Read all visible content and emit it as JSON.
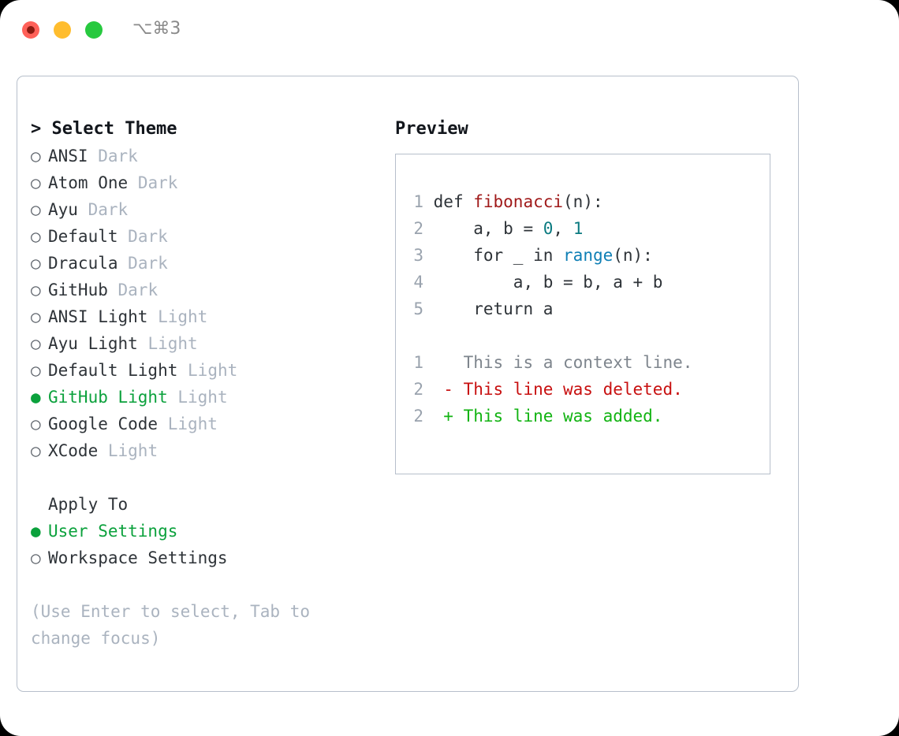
{
  "titlebar": {
    "shortcut": "⌥⌘3",
    "lights": [
      "close-red",
      "minimize-amber",
      "maximize-green"
    ]
  },
  "theme_picker": {
    "header_caret": ">",
    "header_label": "Select Theme",
    "bullet_off": "○",
    "bullet_on": "●",
    "items": [
      {
        "bullet": "○",
        "name": "ANSI",
        "variant": "Dark",
        "selected": false
      },
      {
        "bullet": "○",
        "name": "Atom One",
        "variant": "Dark",
        "selected": false
      },
      {
        "bullet": "○",
        "name": "Ayu",
        "variant": "Dark",
        "selected": false
      },
      {
        "bullet": "○",
        "name": "Default",
        "variant": "Dark",
        "selected": false
      },
      {
        "bullet": "○",
        "name": "Dracula",
        "variant": "Dark",
        "selected": false
      },
      {
        "bullet": "○",
        "name": "GitHub",
        "variant": "Dark",
        "selected": false
      },
      {
        "bullet": "○",
        "name": "ANSI Light",
        "variant": "Light",
        "selected": false
      },
      {
        "bullet": "○",
        "name": "Ayu Light",
        "variant": "Light",
        "selected": false
      },
      {
        "bullet": "○",
        "name": "Default Light",
        "variant": "Light",
        "selected": false
      },
      {
        "bullet": "●",
        "name": "GitHub Light",
        "variant": "Light",
        "selected": true
      },
      {
        "bullet": "○",
        "name": "Google Code",
        "variant": "Light",
        "selected": false
      },
      {
        "bullet": "○",
        "name": "XCode",
        "variant": "Light",
        "selected": false
      }
    ]
  },
  "apply_to": {
    "title": "Apply To",
    "options": [
      {
        "bullet": "●",
        "label": "User Settings",
        "selected": true
      },
      {
        "bullet": "○",
        "label": "Workspace Settings",
        "selected": false
      }
    ]
  },
  "hint": "(Use Enter to select, Tab to change focus)",
  "preview": {
    "title": "Preview",
    "code": [
      {
        "num": "1",
        "segments": [
          {
            "t": "def ",
            "c": "src"
          },
          {
            "t": "fibonacci",
            "c": "tok-fn"
          },
          {
            "t": "(n):",
            "c": "src"
          }
        ]
      },
      {
        "num": "2",
        "segments": [
          {
            "t": "    a, b = ",
            "c": "src"
          },
          {
            "t": "0",
            "c": "tok-num"
          },
          {
            "t": ", ",
            "c": "src"
          },
          {
            "t": "1",
            "c": "tok-num"
          }
        ]
      },
      {
        "num": "3",
        "segments": [
          {
            "t": "    for _ in ",
            "c": "src"
          },
          {
            "t": "range",
            "c": "tok-call"
          },
          {
            "t": "(n):",
            "c": "src"
          }
        ]
      },
      {
        "num": "4",
        "segments": [
          {
            "t": "        a, b = b, a + b",
            "c": "src"
          }
        ]
      },
      {
        "num": "5",
        "segments": [
          {
            "t": "    return a",
            "c": "src"
          }
        ]
      }
    ],
    "diff": [
      {
        "num": "1",
        "marker": " ",
        "text": "  This is a context line.",
        "kind": "d-ctx"
      },
      {
        "num": "2",
        "marker": " ",
        "text": "- This line was deleted.",
        "kind": "d-del"
      },
      {
        "num": "2",
        "marker": " ",
        "text": "+ This line was added.",
        "kind": "d-add"
      }
    ]
  },
  "colors": {
    "accent_green": "#0ba13c",
    "diff_add": "#12b312",
    "diff_delete": "#c81010",
    "muted": "#aab3bf",
    "border": "#b7bfcb",
    "fn_red": "#a01a1a",
    "num_teal": "#0b7a80",
    "call_blue": "#0f7fb5"
  }
}
